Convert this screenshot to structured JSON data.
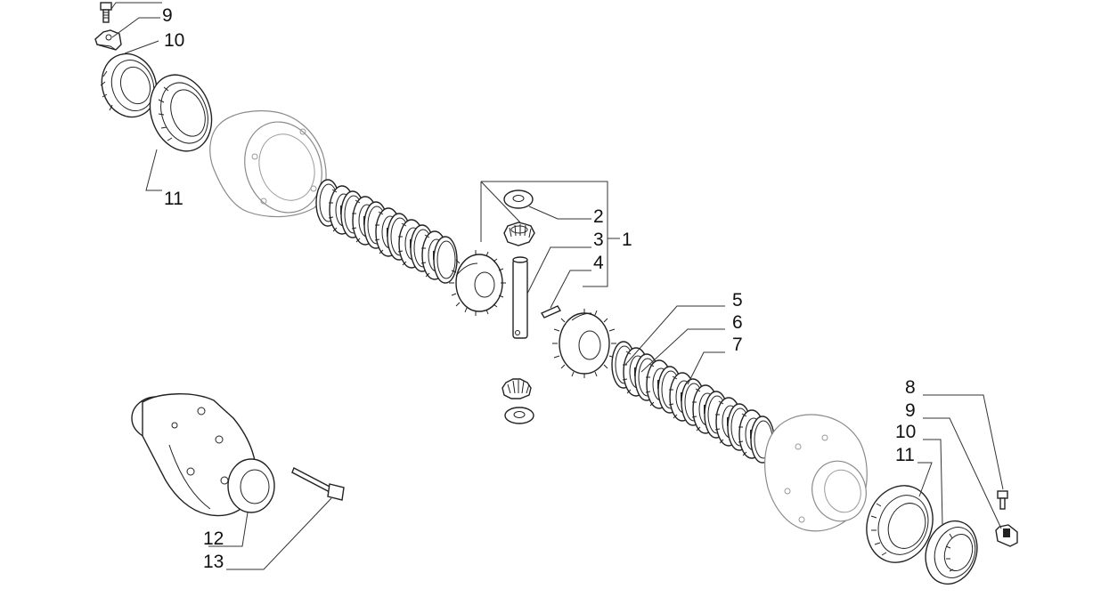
{
  "callouts": {
    "c1": "1",
    "c2": "2",
    "c3": "3",
    "c4": "4",
    "c5": "5",
    "c6": "6",
    "c7": "7",
    "c8": "8",
    "c9_bottom": "9",
    "c10_bottom": "10",
    "c11_bottom": "11",
    "c9_top": "9",
    "c10_top": "10",
    "c11_top": "11",
    "c12": "12",
    "c13": "13"
  }
}
